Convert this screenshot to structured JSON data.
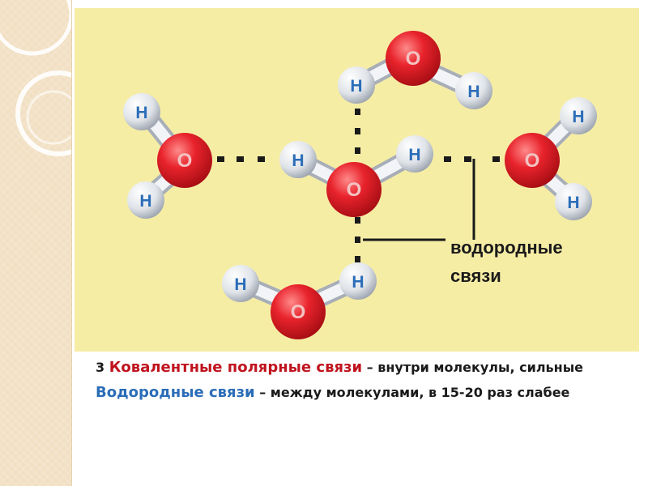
{
  "diagram": {
    "atoms": {
      "oxygen": "O",
      "hydrogen": "H"
    },
    "bond_label_line1": "водородные",
    "bond_label_line2": "связи"
  },
  "caption": {
    "line1_number": "3",
    "line1_term": "Ковалентные полярные связи",
    "line1_rest": "– внутри молекулы, сильные",
    "line2_term": "Водородные связи",
    "line2_rest": "– между молекулами, в 15-20 раз слабее"
  },
  "colors": {
    "diagram_background": "#f6eda5",
    "oxygen": "#e8232c",
    "hydrogen": "#e2e5ea",
    "hydrogen_letter": "#2b6db8",
    "covalent_term": "#c0141e",
    "hydrogen_bond_term": "#2b6db8"
  }
}
